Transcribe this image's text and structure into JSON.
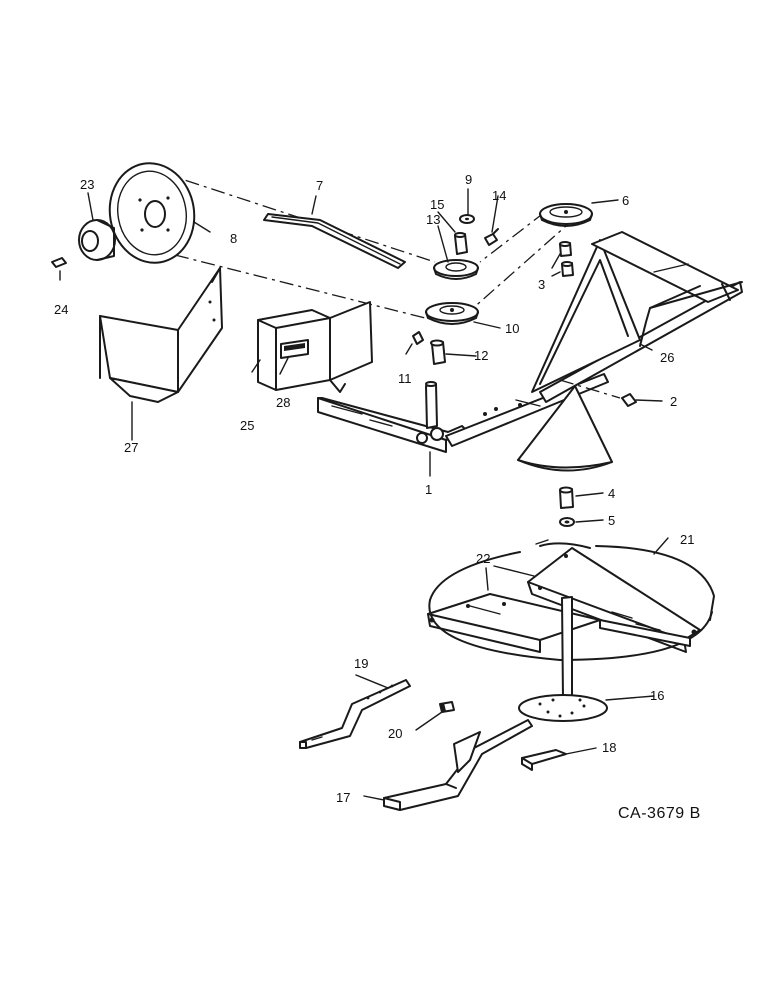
{
  "drawing_code": "CA-3679 B",
  "callouts": {
    "c1": "1",
    "c2": "2",
    "c3": "3",
    "c4": "4",
    "c5": "5",
    "c6": "6",
    "c7": "7",
    "c8": "8",
    "c9": "9",
    "c10": "10",
    "c11": "11",
    "c12": "12",
    "c13": "13",
    "c14": "14",
    "c15": "15",
    "c16": "16",
    "c17": "17",
    "c18": "18",
    "c19": "19",
    "c20": "20",
    "c21": "21",
    "c22": "22",
    "c23": "23",
    "c24": "24",
    "c25": "25",
    "c26": "26",
    "c27": "27",
    "c28": "28"
  }
}
